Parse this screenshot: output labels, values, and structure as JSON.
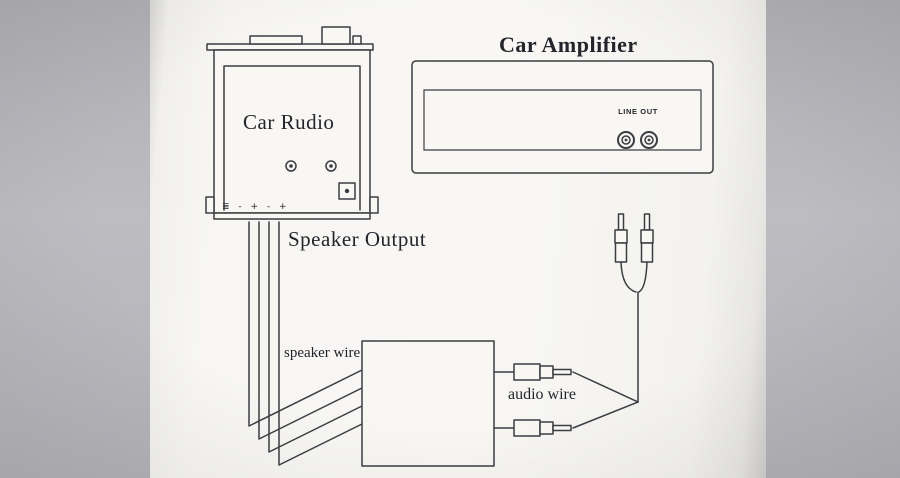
{
  "diagram": {
    "radio": {
      "title": "Car Rudio",
      "terminal_label": "≣ - + - +"
    },
    "amplifier": {
      "title": "Car Amplifier",
      "line_out": "LINE OUT"
    },
    "labels": {
      "speaker_output": "Speaker Output",
      "speaker_wire": "speaker wire",
      "audio_wire": "audio wire"
    },
    "colors": {
      "line": "#3c3c43",
      "paper": "#f6f5f2",
      "background": "#b4b4b9",
      "text": "#24242c"
    }
  }
}
